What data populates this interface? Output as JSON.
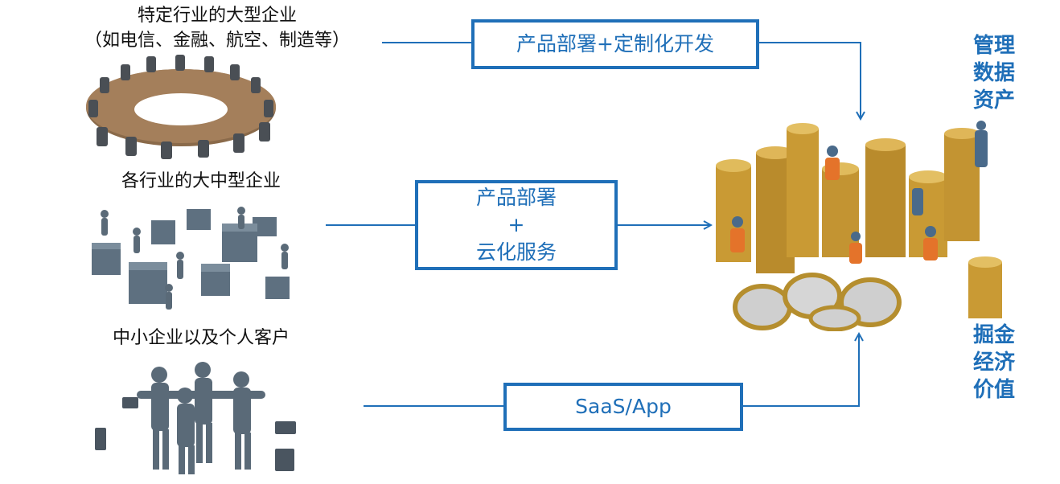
{
  "tiers": [
    {
      "id": "large-industry",
      "title": "特定行业的大型企业",
      "subtitle": "（如电信、金融、航空、制造等）",
      "illustration": "conference-table-icon",
      "offering": [
        "产品部署+定制化开发"
      ]
    },
    {
      "id": "mid-large",
      "title": "各行业的大中型企业",
      "illustration": "figures-with-cubes-icon",
      "offering": [
        "产品部署",
        "+",
        "云化服务"
      ]
    },
    {
      "id": "sme-personal",
      "title": "中小企业以及个人客户",
      "illustration": "team-circle-icon",
      "offering": [
        "SaaS/App"
      ]
    }
  ],
  "value_image": "gold-coins-workers-icon",
  "value_labels": {
    "top": [
      "管理",
      "数据",
      "资产"
    ],
    "bottom": [
      "掘金",
      "经济",
      "价值"
    ]
  },
  "colors": {
    "accent": "#1f6fb8",
    "coin_gold": "#d4a63a",
    "figure_gray": "#5e7080",
    "table_brown": "#8a6a4a"
  }
}
